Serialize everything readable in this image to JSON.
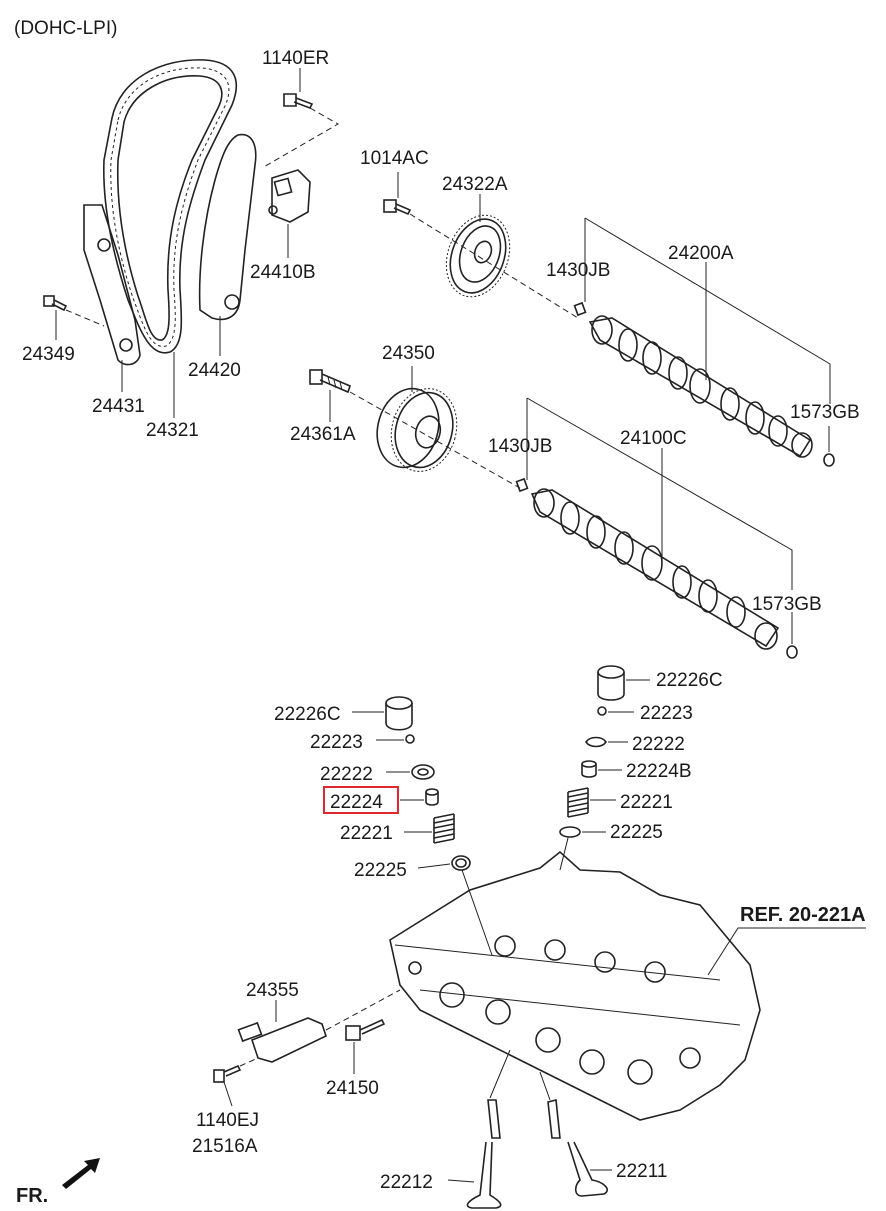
{
  "header": {
    "engine_label": "(DOHC-LPI)"
  },
  "footer": {
    "front_label": "FR."
  },
  "callouts": {
    "p1140ER": "1140ER",
    "p1014AC": "1014AC",
    "p24322A": "24322A",
    "p24410B": "24410B",
    "p1430JB_top": "1430JB",
    "p24200A": "24200A",
    "p24349": "24349",
    "p24420": "24420",
    "p24431": "24431",
    "p24321": "24321",
    "p24350": "24350",
    "p24361A": "24361A",
    "p1573GB_top": "1573GB",
    "p1430JB_bot": "1430JB",
    "p24100C": "24100C",
    "p1573GB_bot": "1573GB",
    "p22226C_left": "22226C",
    "p22226C_right": "22226C",
    "p22223_left": "22223",
    "p22223_right": "22223",
    "p22222_left": "22222",
    "p22222_right": "22222",
    "p22224": "22224",
    "p22224B": "22224B",
    "p22221_left": "22221",
    "p22221_right": "22221",
    "p22225_left": "22225",
    "p22225_right": "22225",
    "ref": "REF. 20-221A",
    "p24355": "24355",
    "p24150": "24150",
    "p1140EJ": "1140EJ",
    "p21516A": "21516A",
    "p22212": "22212",
    "p22211": "22211"
  },
  "highlight": {
    "part": "22224",
    "color": "#e0282e"
  }
}
